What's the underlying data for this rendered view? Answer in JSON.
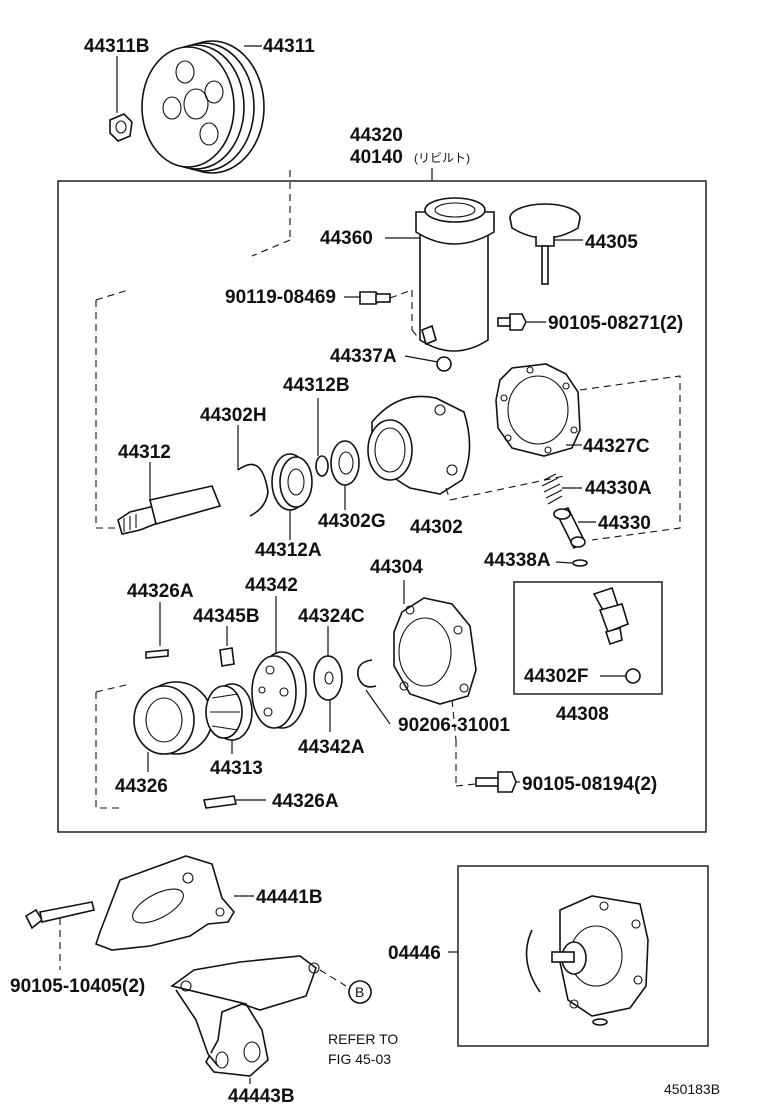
{
  "labels": {
    "p44311B": "44311B",
    "p44311": "44311",
    "p44320": "44320",
    "p40140": "40140",
    "p40140_note": "(リビルト)",
    "p44360": "44360",
    "p44305": "44305",
    "p90119": "90119-08469",
    "p90105a": "90105-08271(2)",
    "p44337A": "44337A",
    "p44312B": "44312B",
    "p44302H": "44302H",
    "p44312": "44312",
    "p44327C": "44327C",
    "p44330A": "44330A",
    "p44330": "44330",
    "p44302G": "44302G",
    "p44302": "44302",
    "p44312A": "44312A",
    "p44338A": "44338A",
    "p44304": "44304",
    "p44326A_top": "44326A",
    "p44342": "44342",
    "p44345B": "44345B",
    "p44324C": "44324C",
    "p44302F": "44302F",
    "p44308": "44308",
    "p90206": "90206-31001",
    "p44342A": "44342A",
    "p44313": "44313",
    "p44326": "44326",
    "p90105b": "90105-08194(2)",
    "p44326A_bot": "44326A",
    "p44441B": "44441B",
    "p90105c": "90105-10405(2)",
    "p04446": "04446",
    "ref_marker": "B",
    "refer_line1": "REFER TO",
    "refer_line2": "FIG 45-03",
    "p44443B": "44443B",
    "figure_id": "450183B"
  }
}
